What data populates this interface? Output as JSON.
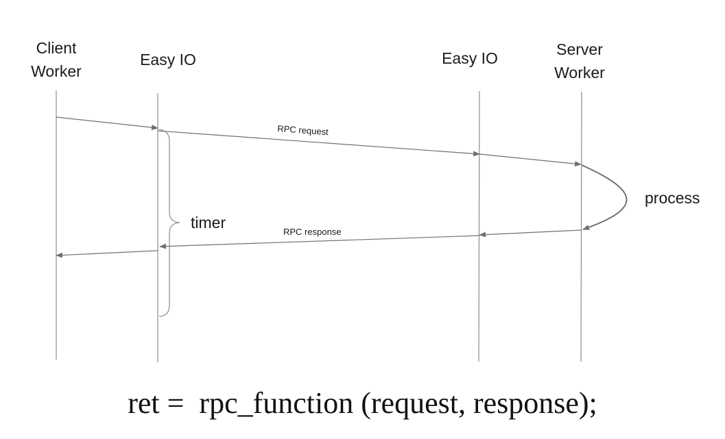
{
  "participants": {
    "client_worker": {
      "line1": "Client",
      "line2": "Worker"
    },
    "easy_io_client": {
      "label": "Easy IO"
    },
    "easy_io_server": {
      "label": "Easy IO"
    },
    "server_worker": {
      "line1": "Server",
      "line2": "Worker"
    }
  },
  "messages": {
    "request": "RPC request",
    "response": "RPC response",
    "process": "process",
    "timer": "timer"
  },
  "formula": "ret =  rpc_function (request, response);",
  "colors": {
    "lifeline": "#8c8c8c",
    "arrow": "#707070",
    "text": "#1a1a1a"
  }
}
